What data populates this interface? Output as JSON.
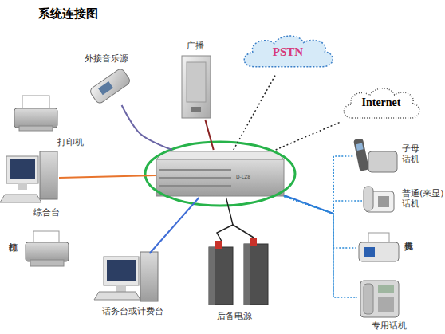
{
  "diagram": {
    "title": "系统连接图",
    "nodes": [
      {
        "text": [
          "广播"
        ]
      },
      {
        "text": [
          "PSTN"
        ]
      },
      {
        "text": [
          "外接音乐源"
        ]
      },
      {
        "text": [
          "Internet"
        ]
      },
      {
        "text": [
          "打印机"
        ]
      },
      {
        "text": [
          "子母话机"
        ]
      },
      {
        "text": [
          "D-LZ8"
        ]
      },
      {
        "text": [
          "普通(来显)话机"
        ]
      },
      {
        "text": [
          "综合台"
        ]
      },
      {
        "text": [
          "传真机"
        ]
      },
      {
        "text": [
          "打印机"
        ]
      },
      {
        "text": [
          "话务台或计费台"
        ]
      },
      {
        "text": [
          "后备电源"
        ]
      },
      {
        "text": [
          "专用话机"
        ]
      }
    ],
    "edges": [
      {
        "from": 6,
        "to": 0,
        "arrow": "none"
      },
      {
        "from": 6,
        "to": 1,
        "arrow": "none"
      },
      {
        "from": 6,
        "to": 2,
        "arrow": "none"
      },
      {
        "from": 6,
        "to": 3,
        "arrow": "none"
      },
      {
        "from": 6,
        "to": 5,
        "arrow": "none"
      },
      {
        "from": 6,
        "to": 7,
        "arrow": "none"
      },
      {
        "from": 6,
        "to": 8,
        "arrow": "none"
      },
      {
        "from": 6,
        "to": 9,
        "arrow": "none"
      },
      {
        "from": 6,
        "to": 11,
        "arrow": "none"
      },
      {
        "from": 6,
        "to": 12,
        "arrow": "none"
      },
      {
        "from": 6,
        "to": 13,
        "arrow": "none"
      }
    ]
  }
}
